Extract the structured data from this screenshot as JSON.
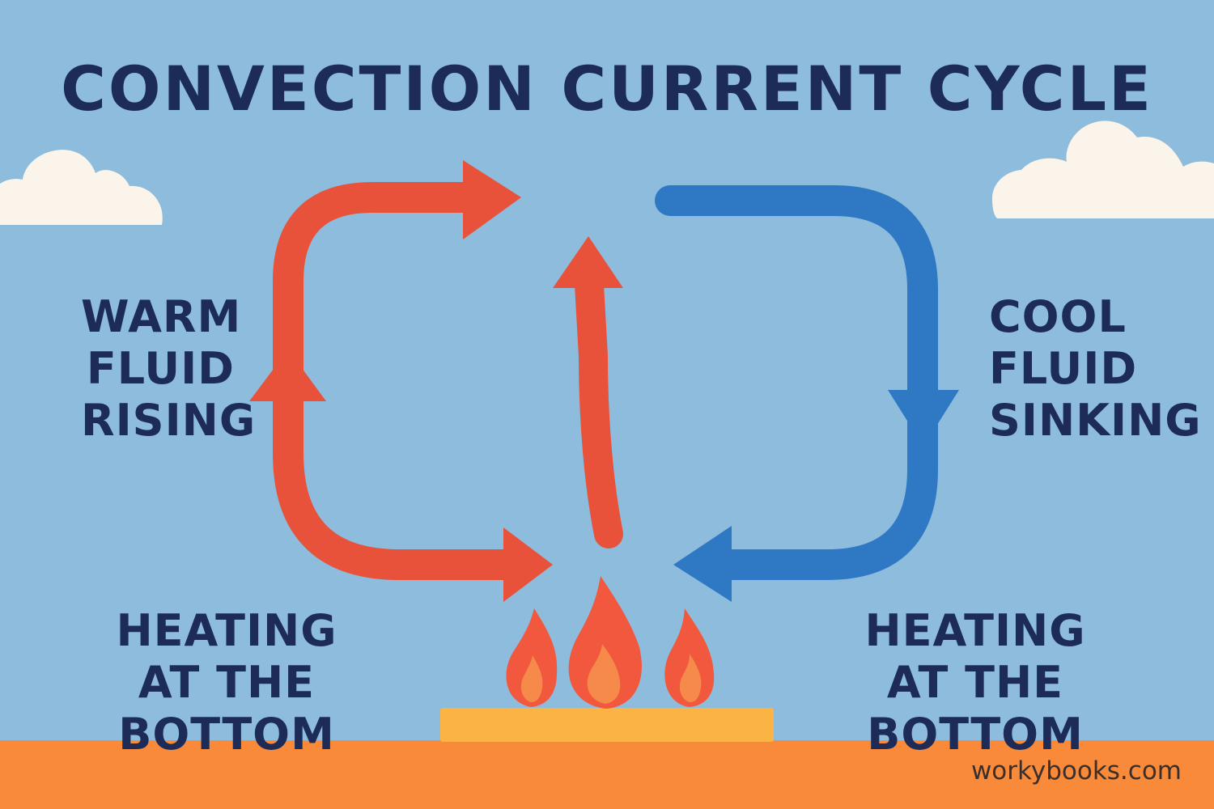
{
  "title": "CONVECTION CURRENT CYCLE",
  "labels": {
    "warm": [
      "WARM",
      "FLUID",
      "RISING"
    ],
    "cool": [
      "COOL",
      "FLUID",
      "SINKING"
    ],
    "heat_left": [
      "HEATING",
      "AT THE BOTTOM"
    ],
    "heat_right": [
      "HEATING",
      "AT THE BOTTOM"
    ]
  },
  "watermark": "workybooks.com",
  "colors": {
    "sky": "#8dbcdc",
    "warm_arrow": "#e8523b",
    "cool_arrow": "#2f78c4",
    "ground": "#f98a3a",
    "burner": "#fbb444",
    "flame_outer": "#f2583d",
    "flame_inner": "#f58a4a",
    "cloud": "#fbf4ea",
    "text": "#1c2b57"
  },
  "icons": [
    "cloud-icon",
    "flame-icon",
    "burner-plate",
    "warm-arrow",
    "cool-arrow"
  ]
}
